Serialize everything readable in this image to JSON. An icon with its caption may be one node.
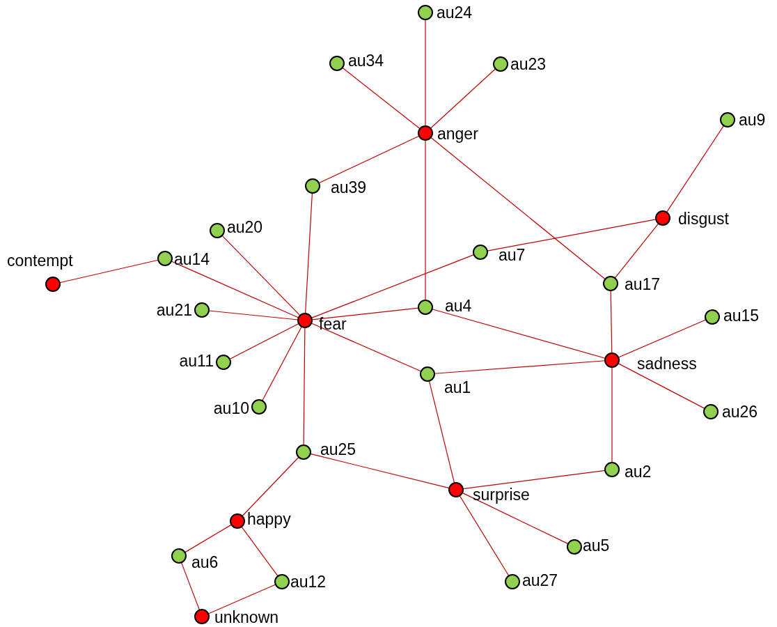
{
  "diagram": {
    "nodes": [
      {
        "text": [],
        "shape": "circle",
        "beside": [
          "au24"
        ]
      },
      {
        "text": [],
        "shape": "circle",
        "beside": [
          "au34"
        ]
      },
      {
        "text": [],
        "shape": "circle",
        "beside": [
          "au23"
        ]
      },
      {
        "text": [],
        "shape": "circle",
        "beside": [
          "au9"
        ]
      },
      {
        "text": [],
        "shape": "circle",
        "beside": [
          "anger"
        ]
      },
      {
        "text": [],
        "shape": "circle",
        "beside": [
          "au39"
        ]
      },
      {
        "text": [],
        "shape": "circle",
        "beside": [
          "disgust"
        ]
      },
      {
        "text": [],
        "shape": "circle",
        "beside": [
          "au20"
        ]
      },
      {
        "text": [],
        "shape": "circle",
        "beside": [
          "au7"
        ]
      },
      {
        "text": [],
        "shape": "circle",
        "beside": [
          "au14"
        ]
      },
      {
        "text": [],
        "shape": "circle",
        "beside": [
          "contempt"
        ]
      },
      {
        "text": [],
        "shape": "circle",
        "beside": [
          "au17"
        ]
      },
      {
        "text": [],
        "shape": "circle",
        "beside": [
          "au4"
        ]
      },
      {
        "text": [],
        "shape": "circle",
        "beside": [
          "au21"
        ]
      },
      {
        "text": [],
        "shape": "circle",
        "beside": [
          "au15"
        ]
      },
      {
        "text": [],
        "shape": "circle",
        "beside": [
          "fear"
        ]
      },
      {
        "text": [],
        "shape": "circle",
        "beside": [
          "sadness"
        ]
      },
      {
        "text": [],
        "shape": "circle",
        "beside": [
          "au11"
        ]
      },
      {
        "text": [],
        "shape": "circle",
        "beside": [
          "au1"
        ]
      },
      {
        "text": [],
        "shape": "circle",
        "beside": [
          "au10"
        ]
      },
      {
        "text": [],
        "shape": "circle",
        "beside": [
          "au26"
        ]
      },
      {
        "text": [],
        "shape": "circle",
        "beside": [
          "au25"
        ]
      },
      {
        "text": [],
        "shape": "circle",
        "beside": [
          "au2"
        ]
      },
      {
        "text": [],
        "shape": "circle",
        "beside": [
          "surprise"
        ]
      },
      {
        "text": [],
        "shape": "circle",
        "beside": [
          "happy"
        ]
      },
      {
        "text": [],
        "shape": "circle",
        "beside": [
          "au5"
        ]
      },
      {
        "text": [],
        "shape": "circle",
        "beside": [
          "au6"
        ]
      },
      {
        "text": [],
        "shape": "circle",
        "beside": [
          "au12"
        ]
      },
      {
        "text": [],
        "shape": "circle",
        "beside": [
          "au27"
        ]
      },
      {
        "text": [],
        "shape": "circle",
        "beside": [
          "unknown"
        ]
      }
    ],
    "edges": [
      {
        "from": 0,
        "to": 4,
        "arrow": "none"
      },
      {
        "from": 1,
        "to": 4,
        "arrow": "none"
      },
      {
        "from": 2,
        "to": 4,
        "arrow": "none"
      },
      {
        "from": 4,
        "to": 5,
        "arrow": "none"
      },
      {
        "from": 4,
        "to": 12,
        "arrow": "none"
      },
      {
        "from": 4,
        "to": 11,
        "arrow": "none"
      },
      {
        "from": 3,
        "to": 6,
        "arrow": "none"
      },
      {
        "from": 6,
        "to": 8,
        "arrow": "none"
      },
      {
        "from": 6,
        "to": 11,
        "arrow": "none"
      },
      {
        "from": 5,
        "to": 15,
        "arrow": "none"
      },
      {
        "from": 7,
        "to": 15,
        "arrow": "none"
      },
      {
        "from": 9,
        "to": 15,
        "arrow": "none"
      },
      {
        "from": 10,
        "to": 9,
        "arrow": "none"
      },
      {
        "from": 13,
        "to": 15,
        "arrow": "none"
      },
      {
        "from": 17,
        "to": 15,
        "arrow": "none"
      },
      {
        "from": 19,
        "to": 15,
        "arrow": "none"
      },
      {
        "from": 15,
        "to": 8,
        "arrow": "none"
      },
      {
        "from": 15,
        "to": 12,
        "arrow": "none"
      },
      {
        "from": 15,
        "to": 18,
        "arrow": "none"
      },
      {
        "from": 15,
        "to": 21,
        "arrow": "none"
      },
      {
        "from": 12,
        "to": 16,
        "arrow": "none"
      },
      {
        "from": 18,
        "to": 16,
        "arrow": "none"
      },
      {
        "from": 11,
        "to": 16,
        "arrow": "none"
      },
      {
        "from": 14,
        "to": 16,
        "arrow": "none"
      },
      {
        "from": 20,
        "to": 16,
        "arrow": "none"
      },
      {
        "from": 16,
        "to": 22,
        "arrow": "none"
      },
      {
        "from": 18,
        "to": 23,
        "arrow": "none"
      },
      {
        "from": 21,
        "to": 23,
        "arrow": "none"
      },
      {
        "from": 22,
        "to": 23,
        "arrow": "none"
      },
      {
        "from": 23,
        "to": 25,
        "arrow": "none"
      },
      {
        "from": 23,
        "to": 28,
        "arrow": "none"
      },
      {
        "from": 21,
        "to": 24,
        "arrow": "none"
      },
      {
        "from": 24,
        "to": 26,
        "arrow": "none"
      },
      {
        "from": 24,
        "to": 27,
        "arrow": "none"
      },
      {
        "from": 26,
        "to": 29,
        "arrow": "none"
      },
      {
        "from": 27,
        "to": 29,
        "arrow": "none"
      }
    ]
  }
}
